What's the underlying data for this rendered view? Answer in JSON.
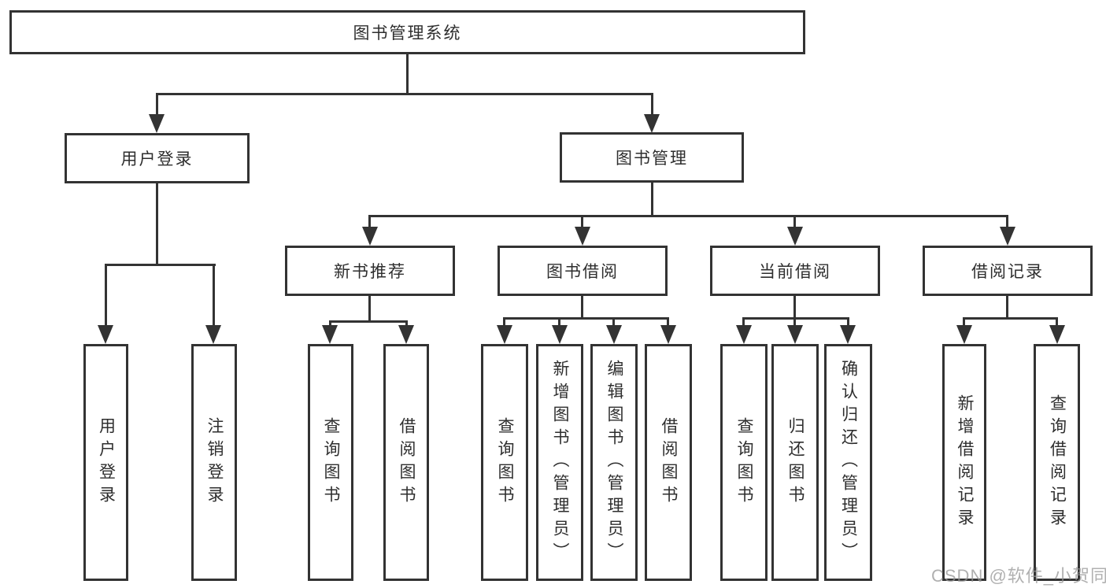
{
  "colors": {
    "line": "#333333",
    "box_background": "#ffffff",
    "text": "#2e2e2e",
    "watermark": "#969696"
  },
  "root": {
    "label": "图书管理系统"
  },
  "branches": [
    {
      "label": "用户登录",
      "children": [
        {
          "label": "用户登录"
        },
        {
          "label": "注销登录"
        }
      ]
    },
    {
      "label": "图书管理",
      "children": [
        {
          "label": "新书推荐",
          "children": [
            {
              "label": "查询图书"
            },
            {
              "label": "借阅图书"
            }
          ]
        },
        {
          "label": "图书借阅",
          "children": [
            {
              "label": "查询图书"
            },
            {
              "label": "新增图书（管理员）"
            },
            {
              "label": "编辑图书（管理员）"
            },
            {
              "label": "借阅图书"
            }
          ]
        },
        {
          "label": "当前借阅",
          "children": [
            {
              "label": "查询图书"
            },
            {
              "label": "归还图书"
            },
            {
              "label": "确认归还（管理员）"
            }
          ]
        },
        {
          "label": "借阅记录",
          "children": [
            {
              "label": "新增借阅记录"
            },
            {
              "label": "查询借阅记录"
            }
          ]
        }
      ]
    }
  ],
  "watermark": {
    "text": "CSDN @软件_小贺同学"
  }
}
